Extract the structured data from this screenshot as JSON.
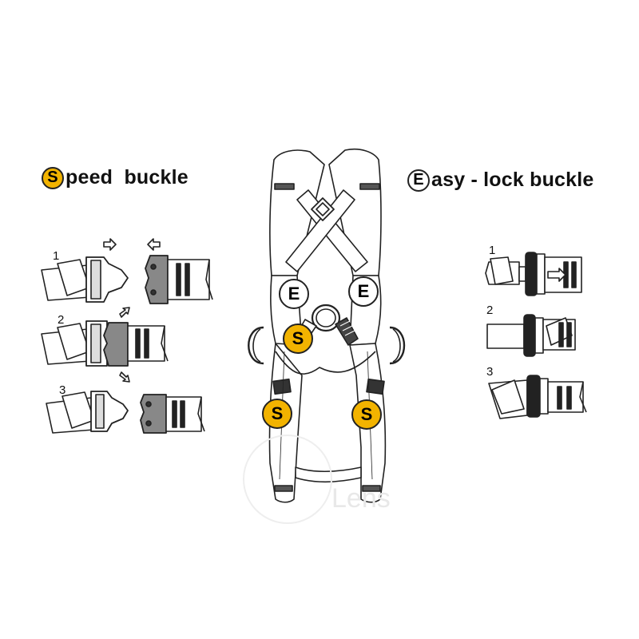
{
  "speed": {
    "letter": "S",
    "title_rest": "peed  buckle",
    "steps": [
      "1",
      "2",
      "3"
    ]
  },
  "easy": {
    "letter": "E",
    "title_rest": "asy - lock buckle",
    "steps": [
      "1",
      "2",
      "3"
    ]
  },
  "harness_badges": {
    "e_left": "E",
    "e_right": "E",
    "s_chest": "S",
    "s_left_leg": "S",
    "s_right_leg": "S"
  },
  "watermark": "Lens",
  "colors": {
    "speed_badge": "#f2b300",
    "easy_badge": "#ffffff",
    "line": "#222222",
    "buckle_dark": "#333333"
  }
}
